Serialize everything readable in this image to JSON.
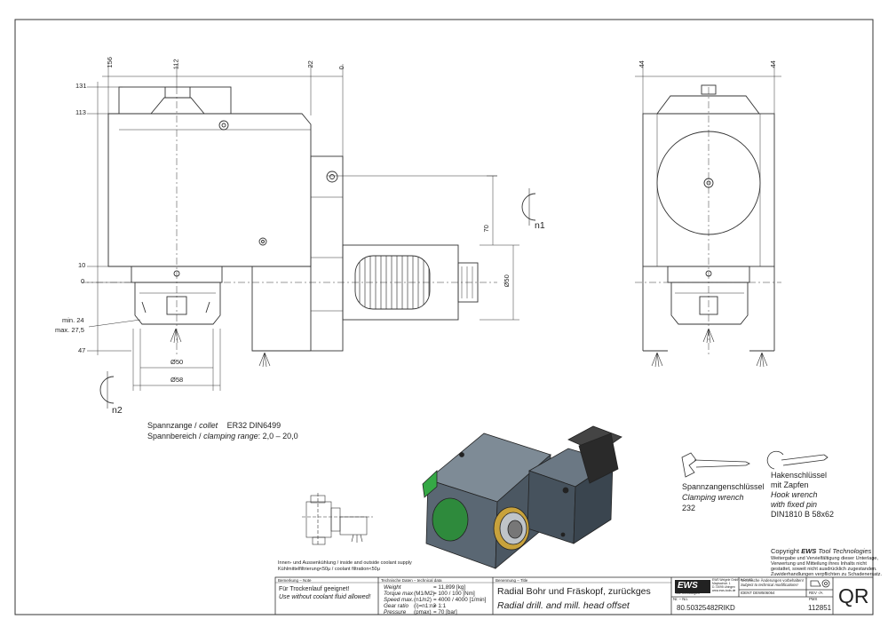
{
  "dimensions": {
    "top": [
      "156",
      "112",
      "22",
      "0",
      "44",
      "44"
    ],
    "left": [
      "131",
      "113",
      "10",
      "0",
      "min. 24",
      "max. 27,5",
      "47"
    ],
    "right": [
      "70",
      "Ø50"
    ],
    "bottom": [
      "Ø50",
      "Ø58"
    ]
  },
  "rotation_labels": {
    "n1": "n1",
    "n2": "n2"
  },
  "collet": {
    "line1_de": "Spannzange /",
    "line1_en": "collet",
    "line1_spec": "ER32   DIN6499",
    "line2_de": "Spannbereich /",
    "line2_en": "clamping range",
    "line2_spec": ": 2,0 – 20,0"
  },
  "wrench_collet": {
    "de": "Spannzangenschlüssel",
    "en": "Clamping wrench",
    "num": "232"
  },
  "wrench_hook": {
    "de1": "Hakenschlüssel",
    "de2": "mit Zapfen",
    "en1": "Hook wrench",
    "en2": "with fixed pin",
    "spec": "DIN1810  B  58x62"
  },
  "coolant": {
    "line1": "Innen- und Aussenkühlung / inside and outside coolant supply",
    "line2": "Kühlmittelfiltrierung<50μ / coolant filtration<50μ"
  },
  "copyright": {
    "title_prefix": "Copyright",
    "brand": "EWS",
    "title_suffix": "Tool Technologies",
    "l1": "Weitergabe und Vervielfältigung dieser Unterlage,",
    "l2": "Verwertung und Mitteilung ihres Inhalts nicht",
    "l3": "gestattet, soweit nicht ausdrücklich zugestanden.",
    "l4": "Zuwiderhandlungen verpflichten zu Schadenersatz."
  },
  "title_block": {
    "remark_head": "Bemerkung – Note",
    "remark1": "Für Trockenlauf geeignet!",
    "remark2": "Use without coolant fluid allowed!",
    "tech_head": "Technische Daten – technical data",
    "tech": [
      {
        "label": "Weight",
        "unit": "",
        "value": "= 11,899 [kg]"
      },
      {
        "label": "Torque max",
        "unit": "(M1/M2)",
        "value": "= 100 / 100 [Nm]"
      },
      {
        "label": "Speed max.",
        "unit": "(n1/n2)",
        "value": "= 4000 / 4000 [1/min]"
      },
      {
        "label": "Gear ratio",
        "unit": "(i)=n1:n2",
        "value": "= 1:1"
      },
      {
        "label": "Pressure",
        "unit": "(pmax)",
        "value": "= 70 [bar]"
      }
    ],
    "name_head": "Benennung – Title",
    "name_de": "Radial Bohr und Fräskopf, zurückges",
    "name_en": "Radial drill. and mill. head offset",
    "logo": "EWS",
    "logo_sub": "Tool Technologies",
    "company1": "EWS Weigele GmbH & Co. KG",
    "company2": "Maybachstr. 1",
    "company3": "D-73095 Uhingen",
    "company4": "www.ews-tools.de",
    "change1": "Technische Änderungen vorbehalten!",
    "change2": "Subject to technical modifications!",
    "ident": "IDENT  DEW506064",
    "rev": "REV   -/A",
    "no_head": "Nr. – No.",
    "number": "80.50325482RIKD",
    "page_head": "PMX",
    "page": "112851",
    "qr": "QR"
  }
}
